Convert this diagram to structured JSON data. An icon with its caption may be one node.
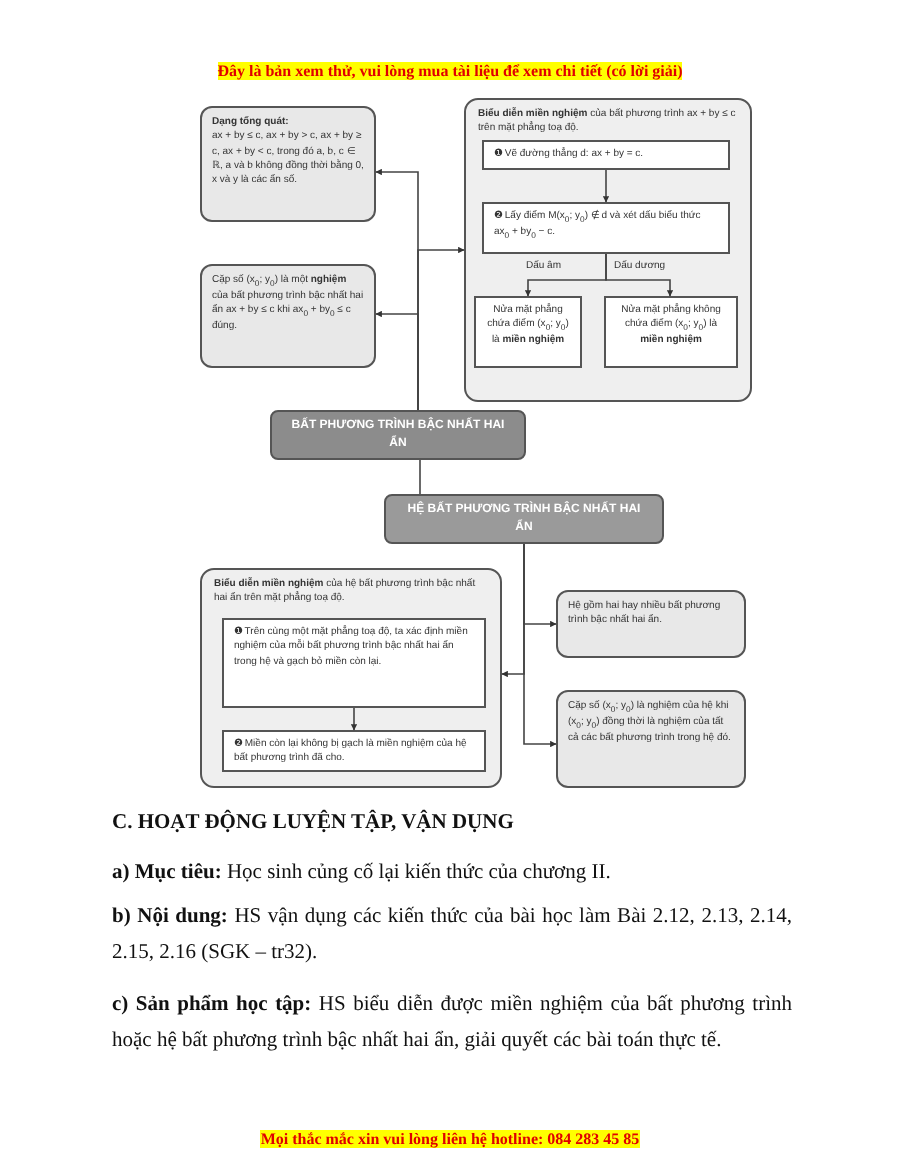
{
  "diagram": {
    "nodes": [
      {
        "text": [
          "Dạng tổng quát:",
          "ax + by ≤ c, ax + by > c, ax + by ≥ c, ax + by < c, trong đó a, b, c ∈ ℝ, a và b không đồng thời bằng 0, x và y là các ẩn số."
        ]
      },
      {
        "text": [
          "Cặp số (x$_{0}$; y$_{0}$) là một **nghiệm** của bất phương trình bậc nhất hai ẩn ax + by ≤ c khi ax$_{0}$ + by$_{0}$ ≤ c đúng."
        ]
      },
      {
        "text": [
          "**Biểu diễn miền nghiệm** của bất phương trình ax + by ≤ c trên mặt phẳng toạ độ."
        ]
      },
      {
        "text": [
          "❶ Vẽ đường thẳng d: ax + by = c."
        ],
        "in": 2
      },
      {
        "text": [
          "❷ Lấy điểm M(x$_{0}$; y$_{0}$) ∉ d và xét dấu biểu thức ax$_{0}$ + by$_{0}$ − c."
        ],
        "in": 2
      },
      {
        "text": [
          "Nửa mặt phẳng chứa điểm (x$_{0}$; y$_{0}$) là **miền nghiệm**"
        ],
        "in": 2
      },
      {
        "text": [
          "Nửa mặt phẳng không chứa điểm (x$_{0}$; y$_{0}$) là **miền nghiệm**"
        ],
        "in": 2
      },
      {
        "text": [
          "BẤT PHƯƠNG TRÌNH BẬC NHẤT HAI ẨN"
        ]
      },
      {
        "text": [
          "HỆ BẤT PHƯƠNG TRÌNH BẬC NHẤT HAI ẨN"
        ]
      },
      {
        "text": [
          "**Biểu diễn miền nghiệm** của hệ bất phương trình bậc nhất hai ẩn trên mặt phẳng toạ độ."
        ]
      },
      {
        "text": [
          "❶ Trên cùng một mặt phẳng toạ độ, ta xác định miền nghiệm của mỗi bất phương trình bậc nhất hai ẩn trong hệ và gạch bỏ miền còn lại."
        ],
        "in": 9
      },
      {
        "text": [
          "❷ Miền còn lại không bị gạch là miền nghiệm của hệ bất phương trình đã cho."
        ],
        "in": 9
      },
      {
        "text": [
          "Hệ gồm hai hay nhiều bất phương trình bậc nhất hai ẩn."
        ]
      },
      {
        "text": [
          "Cặp số (x$_{0}$; y$_{0}$) là nghiệm của hệ khi (x$_{0}$; y$_{0}$) đồng thời là nghiệm của tất cả các bất phương trình trong hệ đó."
        ]
      }
    ],
    "edges": [
      {
        "from": 7,
        "to": 0,
        "arrow": "to"
      },
      {
        "from": 7,
        "to": 1,
        "arrow": "to"
      },
      {
        "from": 7,
        "to": 2,
        "arrow": "to"
      },
      {
        "from": 3,
        "to": 4,
        "arrow": "to"
      },
      {
        "from": 4,
        "to": 5,
        "label": "Dấu âm",
        "arrow": "to"
      },
      {
        "from": 4,
        "to": 6,
        "label": "Dấu dương",
        "arrow": "to"
      },
      {
        "from": 7,
        "to": 8,
        "arrow": "none"
      },
      {
        "from": 8,
        "to": 9,
        "arrow": "to"
      },
      {
        "from": 8,
        "to": 12,
        "arrow": "to"
      },
      {
        "from": 8,
        "to": 13,
        "arrow": "to"
      },
      {
        "from": 10,
        "to": 11,
        "arrow": "to"
      }
    ],
    "labels": [
      "Đây là bản xem thử, vui lòng mua tài liệu để xem chi tiết (có lời giải)",
      "C. HOẠT ĐỘNG LUYỆN TẬP, VẬN DỤNG",
      "**a) Mục tiêu:** Học sinh củng cố lại kiến thức của chương II.",
      "**b) Nội dung:** HS vận dụng các kiến thức của bài học làm Bài 2.12, 2.13, 2.14, 2.15, 2.16 (SGK – tr32).",
      "**c) Sản phẩm học tập:** HS biểu diễn được miền nghiệm của bất phương trình hoặc hệ bất phương trình bậc nhất hai ẩn, giải quyết các bài toán thực tế.",
      "Mọi thắc mắc xin vui lòng liên hệ hotline: 084 283 45 85"
    ]
  }
}
